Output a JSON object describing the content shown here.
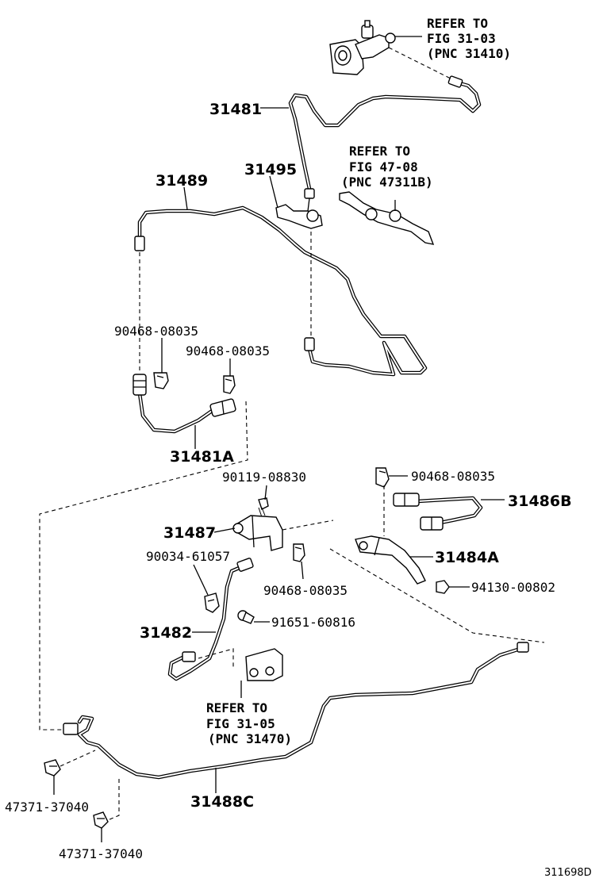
{
  "refs": {
    "fig_31_03": [
      "REFER TO",
      "FIG 31-03",
      "(PNC 31410)"
    ],
    "fig_47_08": [
      "REFER TO",
      "FIG 47-08",
      "(PNC 47311B)"
    ],
    "fig_31_05": [
      "REFER TO",
      "FIG 31-05",
      "(PNC 31470)"
    ]
  },
  "parts": {
    "p31481": "31481",
    "p31495": "31495",
    "p31489": "31489",
    "p90468_a": "90468-08035",
    "p90468_b": "90468-08035",
    "p31481A": "31481A",
    "p90119": "90119-08830",
    "p90468_c": "90468-08035",
    "p31486B": "31486B",
    "p31487": "31487",
    "p31484A": "31484A",
    "p90034": "90034-61057",
    "p90468_d": "90468-08035",
    "p94130": "94130-00802",
    "p91651": "91651-60816",
    "p31482": "31482",
    "p31488C": "31488C",
    "p47371_a": "47371-37040",
    "p47371_b": "47371-37040"
  },
  "diagram_id": "311698D"
}
